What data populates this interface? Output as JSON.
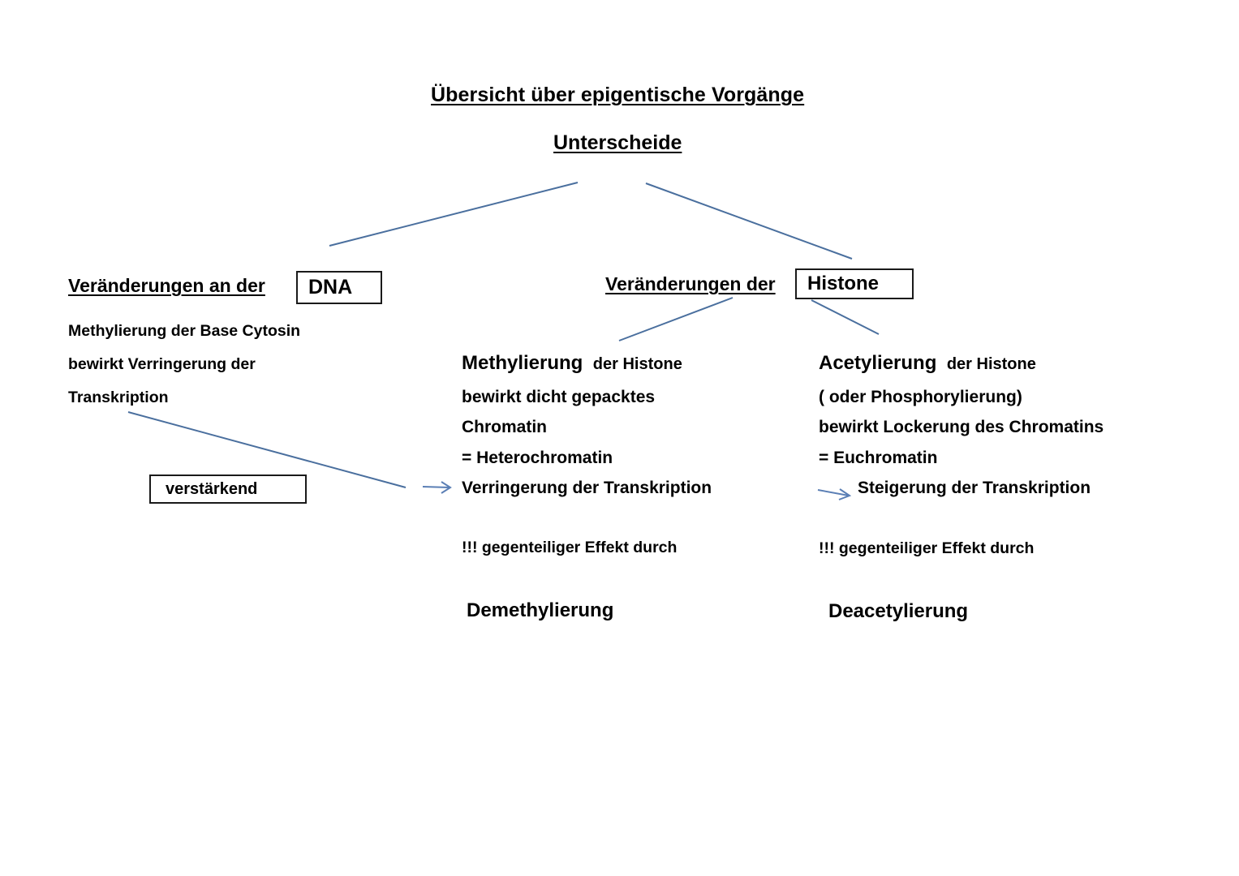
{
  "document": {
    "title": "Übersicht über epigentische Vorgänge",
    "subtitle": "Unterscheide"
  },
  "colors": {
    "connector": "#4a6f9e",
    "arrow": "#5b7fb5",
    "text": "#000000",
    "box_border": "#1a1a1a",
    "background": "#ffffff"
  },
  "branches": {
    "left": {
      "heading": "Veränderungen an der",
      "box_label": "DNA",
      "lines": [
        "Methylierung der Base Cytosin",
        "bewirkt Verringerung der",
        "Transkription"
      ],
      "effect_box_label": "verstärkend"
    },
    "right": {
      "heading": "Veränderungen der",
      "box_label": "Histone",
      "columns": [
        {
          "lead": "Methylierung",
          "lead_suffix": "der Histone",
          "lines": [
            "bewirkt dicht gepacktes",
            "Chromatin",
            " = Heterochromatin",
            "Verringerung der Transkription"
          ],
          "note": "!!! gegenteiliger Effekt durch",
          "term": "Demethylierung"
        },
        {
          "lead": "Acetylierung",
          "lead_suffix": "der Histone",
          "lines": [
            "( oder Phosphorylierung)",
            "bewirkt Lockerung des Chromatins",
            " = Euchromatin",
            "Steigerung der Transkription"
          ],
          "note": "!!! gegenteiliger Effekt durch",
          "term": "Deacetylierung"
        }
      ]
    }
  }
}
